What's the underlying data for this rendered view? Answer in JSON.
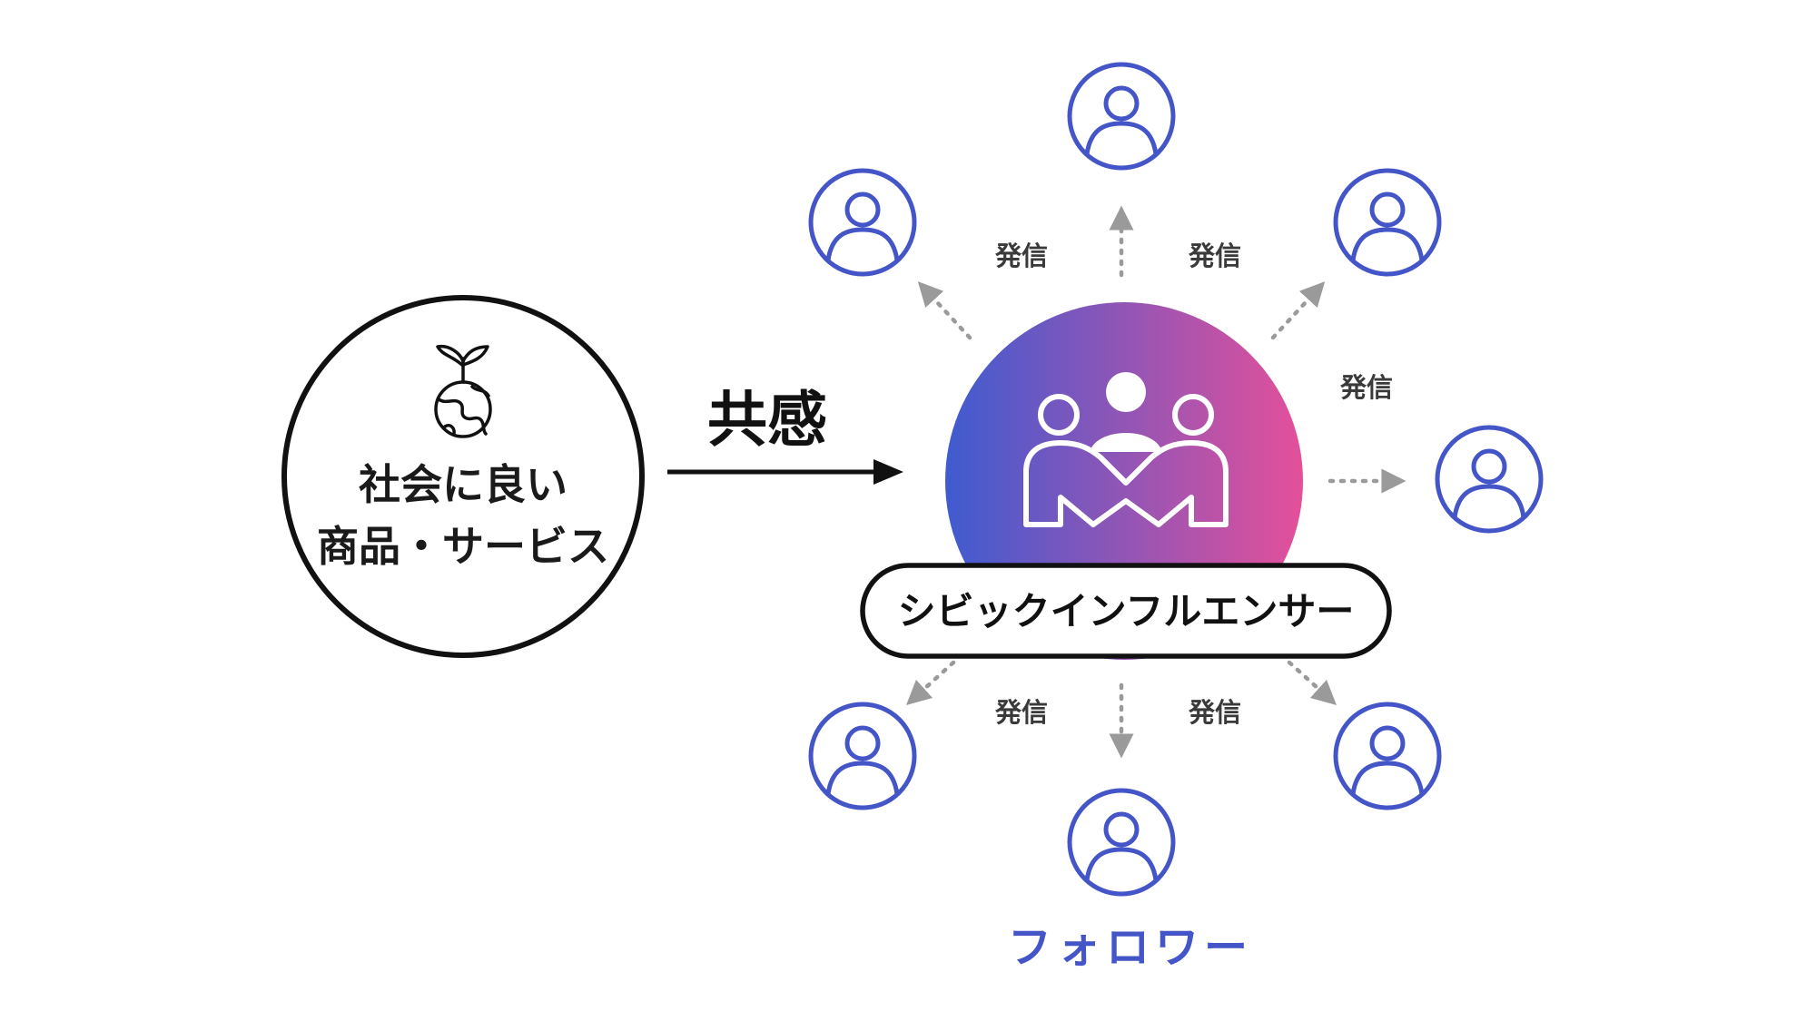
{
  "product": {
    "line1": "社会に良い",
    "line2": "商品・サービス",
    "icon": "sprout-globe-icon"
  },
  "empathy_label": "共感",
  "influencer": {
    "label": "シビックインフルエンサー",
    "icon": "group-people-icon",
    "gradient_start": "#3f5bd0",
    "gradient_end": "#e4509a"
  },
  "broadcast_label": "発信",
  "follower_label": "フォロワー",
  "colors": {
    "follower_blue": "#4455c8",
    "arrow_gray": "#9a9a9a"
  }
}
